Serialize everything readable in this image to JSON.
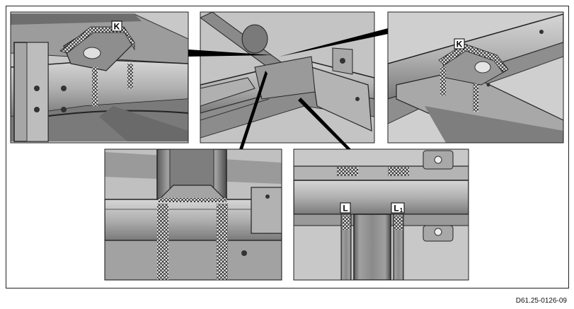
{
  "labels": {
    "top_left": "K",
    "top_right": "K",
    "bottom_right_left": "L",
    "bottom_right_right_main": "L",
    "bottom_right_right_sub": "1"
  },
  "document_code": "D61.25-0126-09"
}
